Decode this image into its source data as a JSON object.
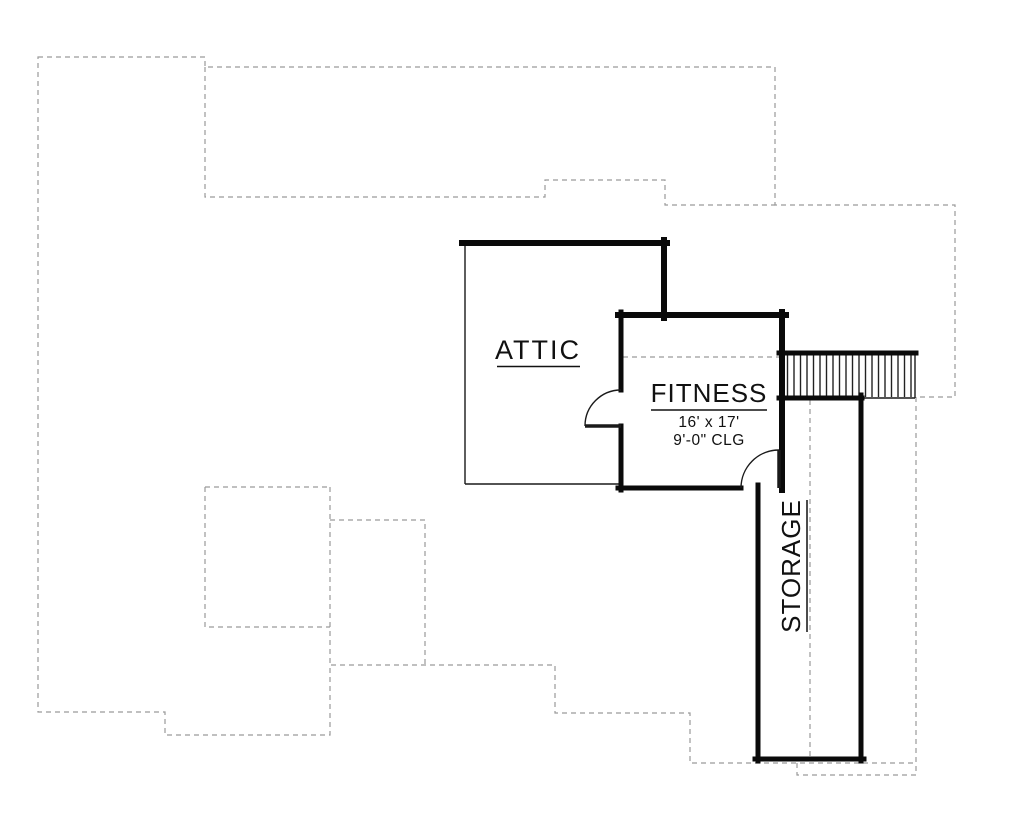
{
  "plan": {
    "type": "floor-plan",
    "rooms": {
      "attic": {
        "label": "ATTIC"
      },
      "fitness": {
        "label": "FITNESS",
        "dimensions": "16' x 17'",
        "ceiling": "9'-0\" CLG"
      },
      "storage": {
        "label": "STORAGE"
      }
    },
    "features": {
      "stairs": "hatched-stair-run",
      "doors": [
        "attic-fitness-door",
        "fitness-storage-door"
      ]
    },
    "style": {
      "wall_color": "#0a0a0a",
      "thin_line_color": "#1a1a1a",
      "dashed_line_color": "#9a9a9a",
      "background": "#ffffff"
    }
  }
}
